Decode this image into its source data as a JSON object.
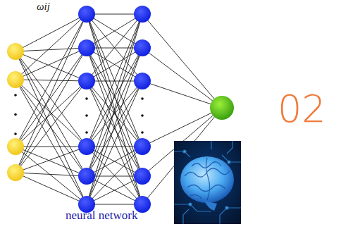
{
  "diagram": {
    "labels": [
      "ωij",
      "neural network",
      "02"
    ]
  }
}
